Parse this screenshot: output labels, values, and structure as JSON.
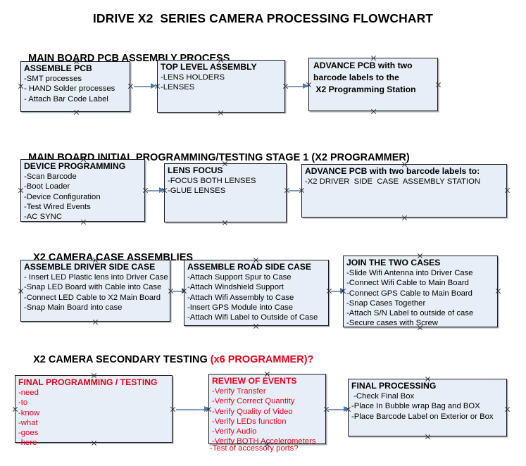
{
  "title": "IDRIVE X2  SERIES CAMERA PROCESSING FLOWCHART",
  "colors": {
    "box_fill": "#e8eef7",
    "box_border": "#1a1a1a",
    "arrow": "#7e9ab9",
    "arrow_head": "#4f7ab0",
    "red_accent": "#e2001a",
    "text": "#000000",
    "background": "#ffffff"
  },
  "sections": [
    {
      "heading": "MAIN BOARD PCB ASSEMBLY PROCESS",
      "heading_accent": "",
      "boxes": [
        {
          "title": "ASSEMBLE PCB",
          "title_multiline": false,
          "lines": [
            "-SMT processes",
            "- HAND Solder processes",
            "- Attach Bar Code Label"
          ],
          "red": false
        },
        {
          "title": "TOP LEVEL ASSEMBLY",
          "title_multiline": false,
          "lines": [
            "-LENS HOLDERS",
            "-LENSES"
          ],
          "red": false
        },
        {
          "title": "ADVANCE PCB with two\nbarcode labels to the\n X2 Programming Station",
          "title_multiline": true,
          "lines": [],
          "red": false
        }
      ]
    },
    {
      "heading": "MAIN BOARD INITIAL PROGRAMMING/TESTING STAGE 1 (X2 PROGRAMMER)",
      "heading_accent": "",
      "boxes": [
        {
          "title": "DEVICE PROGRAMMING",
          "title_multiline": false,
          "lines": [
            "-Scan Barcode",
            "-Boot Loader",
            "-Device Configuration",
            "-Test Wired Events",
            "-AC SYNC"
          ],
          "red": false
        },
        {
          "title": "LENS FOCUS",
          "title_multiline": false,
          "lines": [
            "-FOCUS BOTH LENSES",
            "-GLUE LENSES"
          ],
          "red": false
        },
        {
          "title": "ADVANCE PCB with two barcode labels to:",
          "title_multiline": false,
          "lines": [
            "-X2 DRIVER  SIDE  CASE  ASSEMBLY STATION"
          ],
          "red": false
        }
      ]
    },
    {
      "heading": "X2 CAMERA CASE ASSEMBLIES",
      "heading_accent": "",
      "boxes": [
        {
          "title": "ASSEMBLE DRIVER SIDE CASE",
          "title_multiline": false,
          "lines": [
            "- Insert LED Plastic lens into Driver Case",
            "-Snap LED Board with Cable into Case",
            "-Connect LED Cable to X2 Main Board",
            "-Snap Main Board into case"
          ],
          "red": false
        },
        {
          "title": "ASSEMBLE ROAD SIDE CASE",
          "title_multiline": false,
          "lines": [
            "-Attach Support Spur to Case",
            "-Attach Windshield Support",
            "-Attach Wifi Assembly to Case",
            "-Insert GPS Module into Case",
            "-Attach Wifi Label to Outside of Case"
          ],
          "red": false
        },
        {
          "title": "JOIN THE TWO CASES",
          "title_multiline": false,
          "lines": [
            "-Slide Wifi Antenna into Driver Case",
            "-Connect Wifi Cable to Main Board",
            "-Connect GPS Cable to Main Board",
            "-Snap Cases Together",
            "-Attach S/N Label to outside of case",
            "-Secure cases with Screw"
          ],
          "red": false
        }
      ]
    },
    {
      "heading": "X2 CAMERA SECONDARY TESTING ",
      "heading_accent": "(x6 PROGRAMMER)?",
      "boxes": [
        {
          "title": "FINAL PROGRAMMING / TESTING",
          "title_multiline": false,
          "lines": [
            "-need",
            "-to",
            "-know",
            "-what",
            "-goes",
            "-here"
          ],
          "red": true
        },
        {
          "title": "REVIEW OF EVENTS",
          "title_multiline": false,
          "lines": [
            "-Verify Transfer",
            "-Verify Correct Quantity",
            "-Verify Quality of Video",
            "-Verify LEDs function",
            "-Verify Audio",
            "-Verify BOTH Accelerometers"
          ],
          "overflow_line": "-Test of accessory ports?",
          "red": true
        },
        {
          "title": "FINAL PROCESSING",
          "title_multiline": false,
          "lines": [
            " -Check Final Box",
            "-Place In Bubble wrap Bag and BOX",
            "-Place Barcode Label on Exterior or Box"
          ],
          "red": false
        }
      ]
    }
  ]
}
